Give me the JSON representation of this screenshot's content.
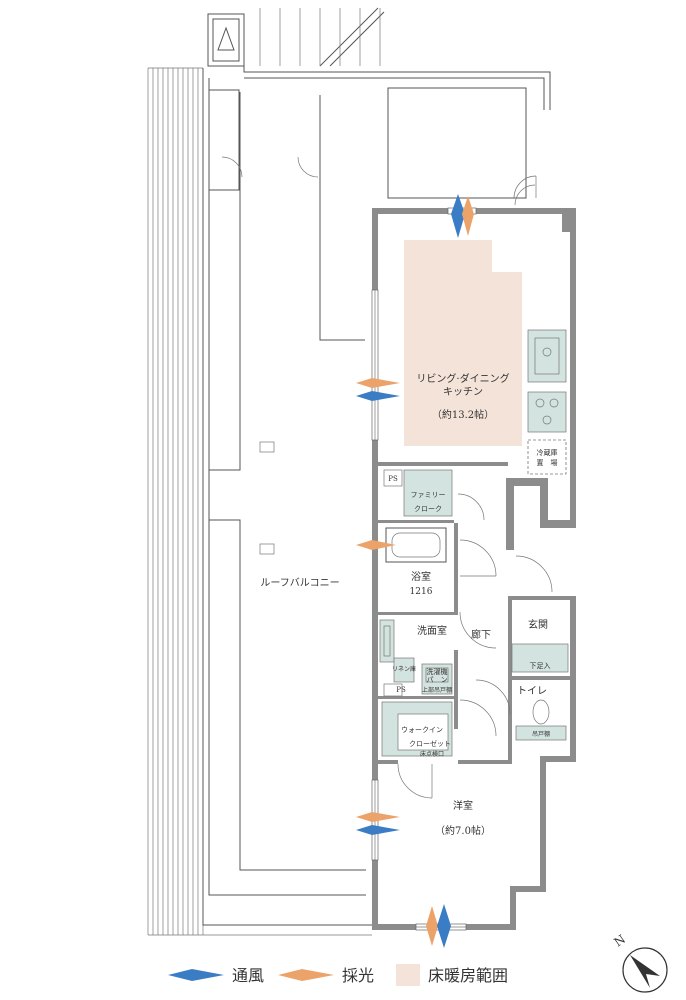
{
  "rooms": {
    "ldk_line1": "リビング·ダイニング",
    "ldk_line2": "キッチン",
    "ldk_area": "（約13.2帖）",
    "bath": "浴室",
    "bath_size": "1216",
    "washroom": "洗面室",
    "hallway": "廊下",
    "entrance": "玄関",
    "toilet": "トイレ",
    "western": "洋室",
    "western_area": "（約7.0帖）",
    "roof_balcony": "ルーフバルコニー"
  },
  "fixtures": {
    "fridge_line1": "冷蔵庫",
    "fridge_line2": "置　場",
    "ps_top": "PS",
    "ps_bottom": "PS",
    "family_closet_line1": "ファミリー",
    "family_closet_line2": "クローク",
    "linen": "リネン庫",
    "washer_line1": "洗濯機",
    "washer_line2": "パ　ン",
    "upper_storage": "上部吊戸棚",
    "shoe_box": "下足入",
    "toilet_storage": "吊戸棚",
    "walkin_line1": "ウォークイン",
    "walkin_line2": "クローゼット",
    "walkin_line3": "床点検口"
  },
  "legend": {
    "ventilation": "通風",
    "daylight": "採光",
    "floor_heating": "床暖房範囲"
  },
  "compass": {
    "label": "N"
  },
  "colors": {
    "ventilation": "#3a7dc4",
    "daylight": "#eca36a",
    "floor_heating": "#f4e3d8",
    "fixture": "#d3e3df",
    "wall": "#8c8c8c"
  }
}
